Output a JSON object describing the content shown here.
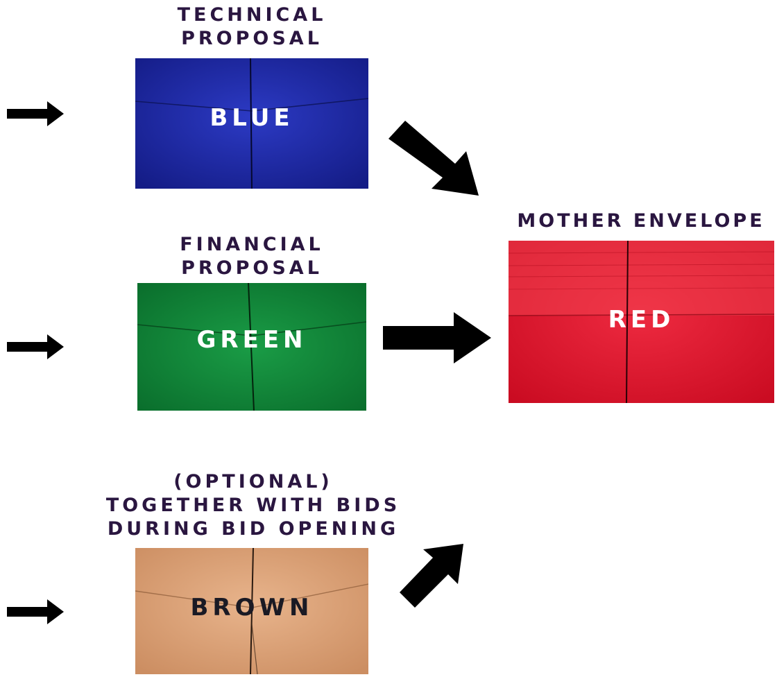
{
  "blue": {
    "heading": [
      "TECHNICAL",
      "PROPOSAL"
    ],
    "label": "BLUE",
    "color": "#1e2aa6",
    "label_color": "#ffffff"
  },
  "green": {
    "heading": [
      "FINANCIAL",
      "PROPOSAL"
    ],
    "label": "GREEN",
    "color": "#108a3a",
    "label_color": "#ffffff"
  },
  "brown": {
    "heading": [
      "(OPTIONAL)",
      "TOGETHER WITH BIDS",
      "DURING BID OPENING"
    ],
    "label": "BROWN",
    "color": "#dba37a",
    "label_color": "#1a1a24"
  },
  "red": {
    "heading": "MOTHER ENVELOPE",
    "label": "RED",
    "color": "#e0162c",
    "label_color": "#ffffff"
  },
  "heading_color": "#2a1640",
  "arrow_color": "#000000"
}
